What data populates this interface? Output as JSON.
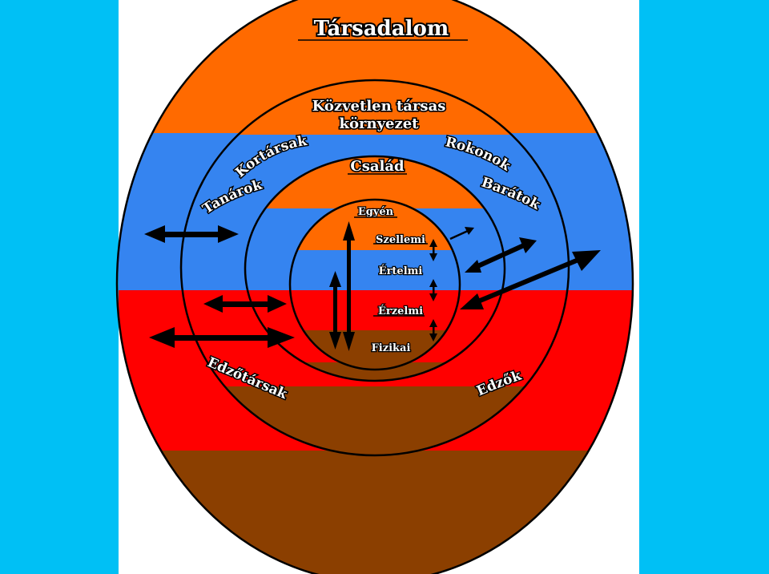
{
  "diagram": {
    "title": "Társadalom",
    "social_environment": [
      "Közvetlen társas",
      "környezet"
    ],
    "family": "Család",
    "individual": "Egyén",
    "dimensions": {
      "spiritual": "Szellemi",
      "intellectual": "Értelmi",
      "emotional": "Érzelmi",
      "physical": "Fizikai"
    },
    "groups": {
      "peers": "Kortársak",
      "teachers": "Tanárok",
      "relatives": "Rokonok",
      "friends": "Barátok",
      "training_partners": "Edzőtársak",
      "coaches": "Edzők"
    },
    "colors": {
      "background": "#00c0f5",
      "spiritual_band": "#ff6a00",
      "intellectual_band": "#3584f0",
      "emotional_band": "#ff0000",
      "physical_band": "#8b3f00"
    }
  }
}
